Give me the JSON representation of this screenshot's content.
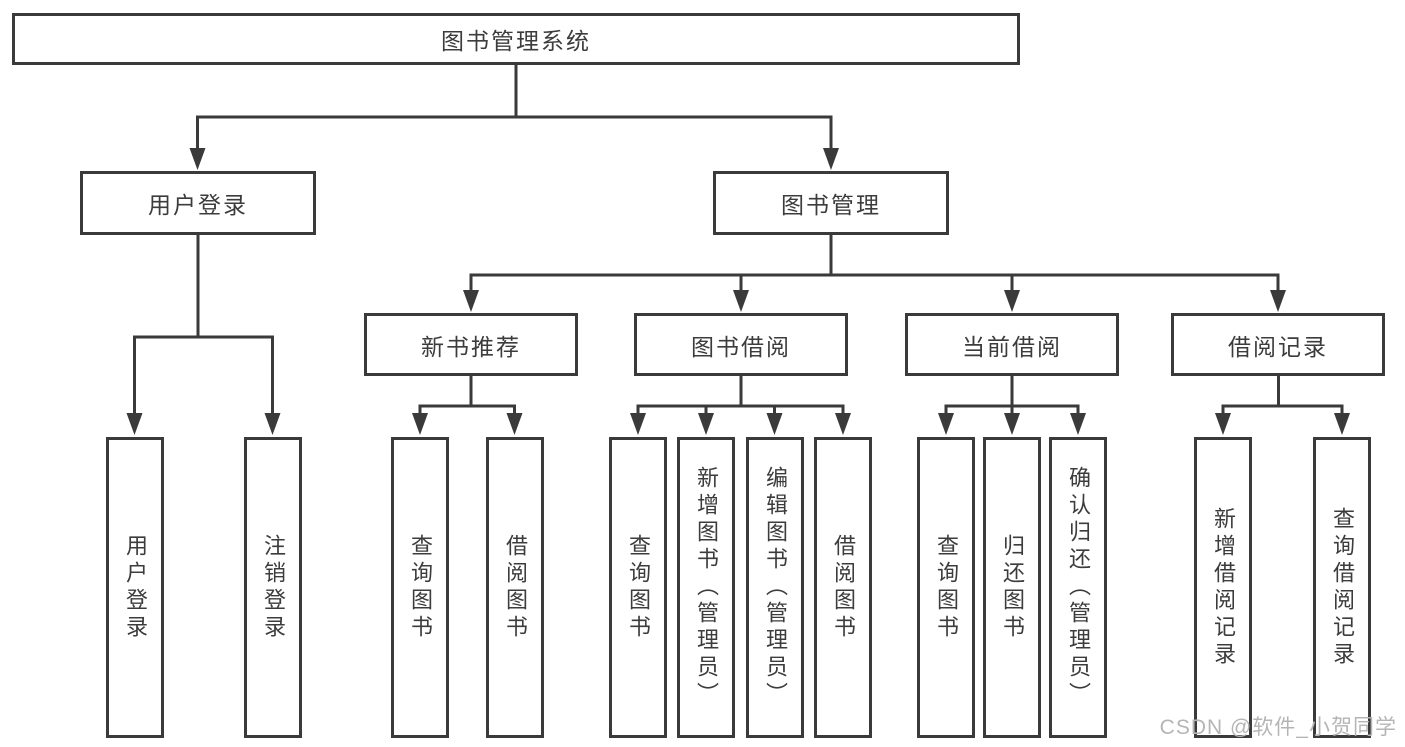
{
  "diagram_type": "function-structure-tree",
  "colors": {
    "line": "#3a3a3a",
    "box_border": "#3a3a3a",
    "text": "#3c3c3c",
    "background": "#ffffff",
    "watermark": "#b5b5b5"
  },
  "watermark": "CSDN @软件_小贺同学",
  "tree": {
    "label": "图书管理系统",
    "children": [
      {
        "label": "用户登录",
        "children": [
          {
            "label": "用户登录"
          },
          {
            "label": "注销登录"
          }
        ]
      },
      {
        "label": "图书管理",
        "children": [
          {
            "label": "新书推荐",
            "children": [
              {
                "label": "查询图书"
              },
              {
                "label": "借阅图书"
              }
            ]
          },
          {
            "label": "图书借阅",
            "children": [
              {
                "label": "查询图书"
              },
              {
                "label": "新增图书（管理员）"
              },
              {
                "label": "编辑图书（管理员）"
              },
              {
                "label": "借阅图书"
              }
            ]
          },
          {
            "label": "当前借阅",
            "children": [
              {
                "label": "查询图书"
              },
              {
                "label": "归还图书"
              },
              {
                "label": "确认归还（管理员）"
              }
            ]
          },
          {
            "label": "借阅记录",
            "children": [
              {
                "label": "新增借阅记录"
              },
              {
                "label": "查询借阅记录"
              }
            ]
          }
        ]
      }
    ]
  }
}
